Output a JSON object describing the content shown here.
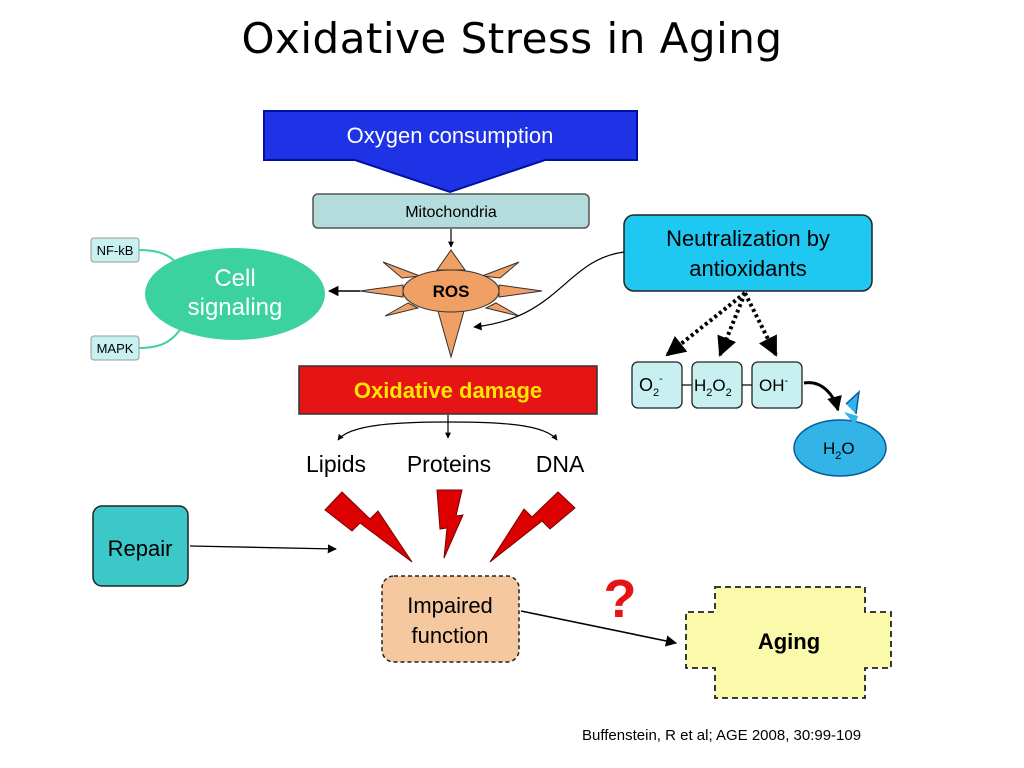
{
  "title": "Oxidative Stress in Aging",
  "nodes": {
    "oxygen_consumption": "Oxygen consumption",
    "mitochondria": "Mitochondria",
    "ros": "ROS",
    "nfkb": "NF-kB",
    "mapk": "MAPK",
    "cell_signaling_line1": "Cell",
    "cell_signaling_line2": "signaling",
    "neutralization_line1": "Neutralization by",
    "neutralization_line2": "antioxidants",
    "superoxide_main": "O",
    "superoxide_sub": "2",
    "superoxide_sup": "-",
    "peroxide_h": "H",
    "peroxide_sub1": "2",
    "peroxide_o": "O",
    "peroxide_sub2": "2",
    "hydroxyl_main": "OH",
    "hydroxyl_sup": "-",
    "water_h": "H",
    "water_sub": "2",
    "water_o": "O",
    "oxidative_damage": "Oxidative damage",
    "lipids": "Lipids",
    "proteins": "Proteins",
    "dna": "DNA",
    "repair": "Repair",
    "impaired_line1": "Impaired",
    "impaired_line2": "function",
    "question_mark": "?",
    "aging": "Aging"
  },
  "citation": "Buffenstein, R et al; AGE 2008, 30:99-109",
  "colors": {
    "oxygen_blue": "#1e32e6",
    "mitochondria_fill": "#b4dcdc",
    "ros_fill": "#f0a064",
    "cell_signaling_fill": "#3cd2a0",
    "neutralization_fill": "#1ec8f0",
    "small_box_fill": "#c8f0f0",
    "water_fill": "#32b4e6",
    "damage_red": "#e61414",
    "damage_text": "#ffe600",
    "repair_fill": "#3cc8c8",
    "impaired_fill": "#f5c8a0",
    "aging_fill": "#fafaaa",
    "bolt_red": "#dc0000"
  }
}
